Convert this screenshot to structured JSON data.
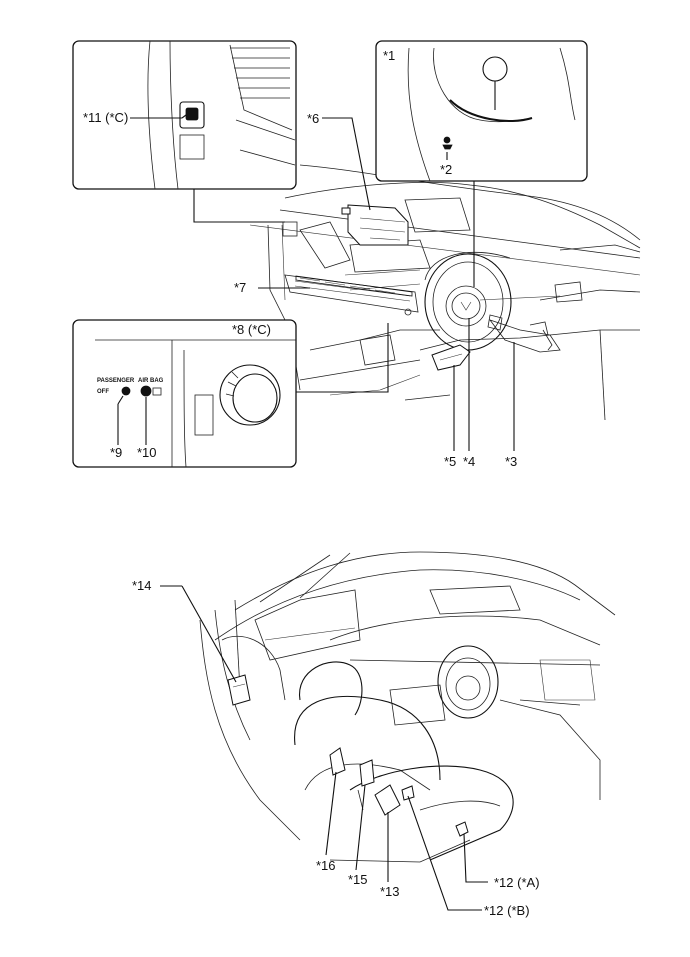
{
  "labels": {
    "l1": "*1",
    "l2": "*2",
    "l3": "*3",
    "l4": "*4",
    "l5": "*5",
    "l6": "*6",
    "l7": "*7",
    "l8": "*8 (*C)",
    "l9": "*9",
    "l10": "*10",
    "l11": "*11 (*C)",
    "l12a": "*12 (*A)",
    "l12b": "*12 (*B)",
    "l13": "*13",
    "l14": "*14",
    "l15": "*15",
    "l16": "*16"
  },
  "panel_text": {
    "passenger": "PASSENGER",
    "airbag": "AIR BAG",
    "off": "OFF"
  }
}
